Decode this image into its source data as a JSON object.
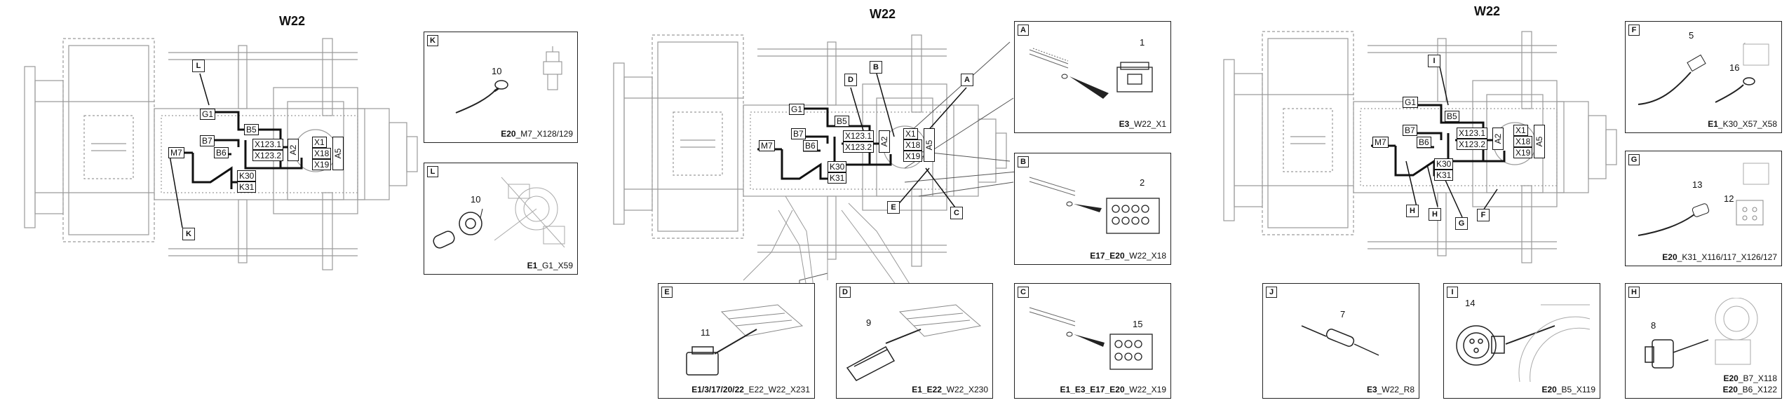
{
  "views": [
    {
      "title": "W22",
      "callouts": [
        "L",
        "K"
      ],
      "labels": {
        "g1": "G1",
        "b5": "B5",
        "b7": "B7",
        "b6": "B6",
        "m7": "M7",
        "x1231": "X123.1",
        "x1232": "X123.2",
        "a2": "A2",
        "x1": "X1",
        "x18": "X18",
        "x19": "X19",
        "a5": "A5",
        "k30": "K30",
        "k31": "K31"
      }
    },
    {
      "title": "W22",
      "callouts": [
        "D",
        "B",
        "A",
        "E",
        "C"
      ],
      "labels": {
        "g1": "G1",
        "b5": "B5",
        "b7": "B7",
        "b6": "B6",
        "m7": "M7",
        "x1231": "X123.1",
        "x1232": "X123.2",
        "a2": "A2",
        "x1": "X1",
        "x18": "X18",
        "x19": "X19",
        "a5": "A5",
        "k30": "K30",
        "k31": "K31"
      }
    },
    {
      "title": "W22",
      "callouts": [
        "I",
        "H",
        "H",
        "G",
        "F"
      ],
      "labels": {
        "g1": "G1",
        "b5": "B5",
        "b7": "B7",
        "b6": "B6",
        "m7": "M7",
        "x1231": "X123.1",
        "x1232": "X123.2",
        "a2": "A2",
        "x1": "X1",
        "x18": "X18",
        "x19": "X19",
        "a5": "A5",
        "k30": "K30",
        "k31": "K31"
      }
    }
  ],
  "details": [
    {
      "letter": "K",
      "ref": "10",
      "caption_bold": "E20",
      "caption_rest": "_M7_X128/129"
    },
    {
      "letter": "L",
      "ref": "10",
      "caption_bold": "E1",
      "caption_rest": "_G1_X59"
    },
    {
      "letter": "A",
      "ref": "1",
      "caption_bold": "E3",
      "caption_rest": "_W22_X1"
    },
    {
      "letter": "B",
      "ref": "2",
      "caption_bold": "E17_E20",
      "caption_rest": "_W22_X18"
    },
    {
      "letter": "C",
      "ref": "15",
      "caption_bold": "E1_E3_E17_E20",
      "caption_rest": "_W22_X19"
    },
    {
      "letter": "E",
      "ref": "11",
      "caption_bold": "E1/3/17/20/22",
      "caption_rest": "_E22_W22_X231"
    },
    {
      "letter": "D",
      "ref": "9",
      "caption_bold": "E1_E22",
      "caption_rest": "_W22_X230"
    },
    {
      "letter": "F",
      "ref": "5",
      "ref2": "16",
      "caption_bold": "E1",
      "caption_rest": "_K30_X57_X58"
    },
    {
      "letter": "G",
      "ref": "13",
      "ref2": "12",
      "caption_bold": "E20",
      "caption_rest": "_K31_X116/117_X126/127"
    },
    {
      "letter": "J",
      "ref": "7",
      "caption_bold": "E3",
      "caption_rest": "_W22_R8"
    },
    {
      "letter": "I",
      "ref": "14",
      "caption_bold": "E20",
      "caption_rest": "_B5_X119"
    },
    {
      "letter": "H",
      "ref": "8",
      "caption_bold": "E20",
      "caption_rest": "_B7_X118",
      "caption2_bold": "E20",
      "caption2_rest": "_B6_X122"
    }
  ],
  "colors": {
    "line": "#222222",
    "faint": "#9a9a9a",
    "bg": "#ffffff"
  }
}
